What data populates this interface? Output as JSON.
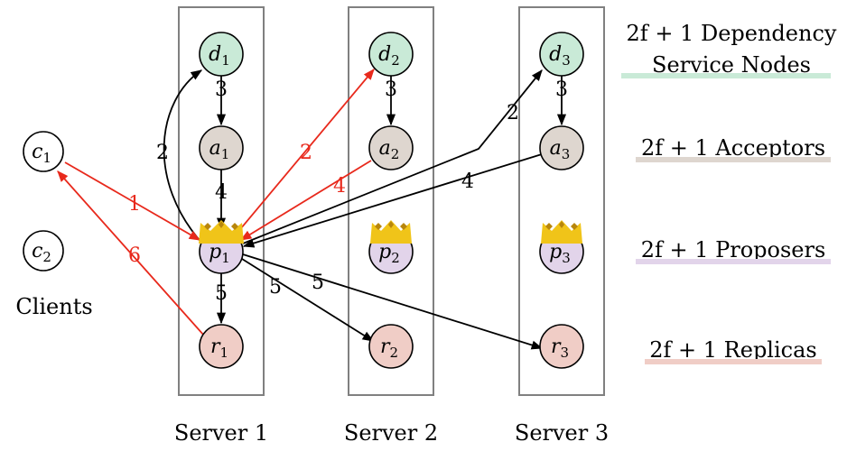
{
  "colors": {
    "dependency": "#c9ead7",
    "acceptor": "#ded6cf",
    "proposer": "#e2d4ea",
    "replica": "#f0cdc6",
    "client": "#ffffff",
    "leader_edge": "#e8291c",
    "edge": "#000000",
    "crown": "#f0c419",
    "box_stroke": "#808080"
  },
  "clients": {
    "caption": "Clients",
    "nodes": [
      {
        "letter": "c",
        "index": "1"
      },
      {
        "letter": "c",
        "index": "2"
      }
    ]
  },
  "servers": [
    {
      "caption": "Server 1",
      "nodes": {
        "d": {
          "letter": "d",
          "index": "1"
        },
        "a": {
          "letter": "a",
          "index": "1"
        },
        "p": {
          "letter": "p",
          "index": "1"
        },
        "r": {
          "letter": "r",
          "index": "1"
        }
      }
    },
    {
      "caption": "Server 2",
      "nodes": {
        "d": {
          "letter": "d",
          "index": "2"
        },
        "a": {
          "letter": "a",
          "index": "2"
        },
        "p": {
          "letter": "p",
          "index": "2"
        },
        "r": {
          "letter": "r",
          "index": "2"
        }
      }
    },
    {
      "caption": "Server 3",
      "nodes": {
        "d": {
          "letter": "d",
          "index": "3"
        },
        "a": {
          "letter": "a",
          "index": "3"
        },
        "p": {
          "letter": "p",
          "index": "3"
        },
        "r": {
          "letter": "r",
          "index": "3"
        }
      }
    }
  ],
  "legend": {
    "dependency_line1": "2f + 1 Dependency",
    "dependency_line2": "Service Nodes",
    "acceptors": "2f + 1 Acceptors",
    "proposers": "2f + 1 Proposers",
    "replicas": "2f + 1 Replicas"
  },
  "edge_labels": {
    "c1_p1": "1",
    "p1_d1": "2",
    "p1_d2": "2",
    "p1_d3": "2",
    "d1_a1": "3",
    "d2_a2": "3",
    "d3_a3": "3",
    "a1_p1": "4",
    "a2_p1": "4",
    "a3_p1": "4",
    "p1_r1": "5",
    "p1_r2": "5",
    "p1_r3": "5",
    "r1_c1": "6"
  }
}
